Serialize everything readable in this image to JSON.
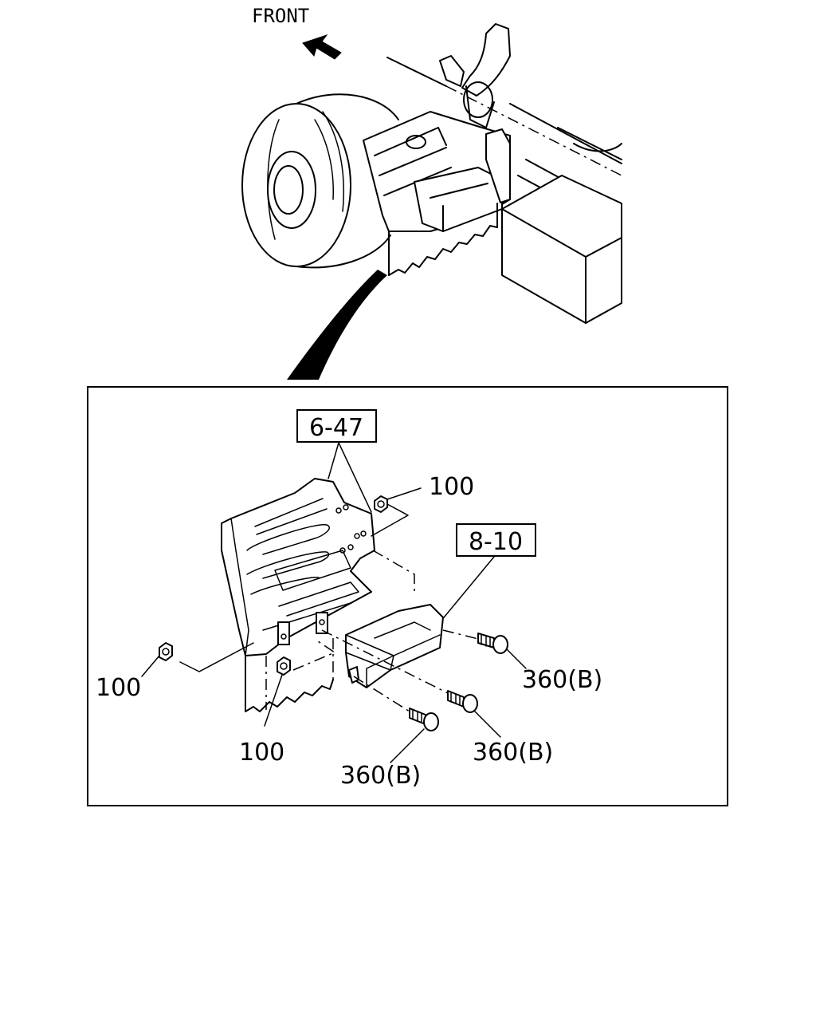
{
  "direction_label": "FRONT",
  "callouts": {
    "bracket_ref": "6-47",
    "module_ref": "8-10",
    "nut_top": "100",
    "nut_left": "100",
    "nut_bottom": "100",
    "bolt_right": "360(B)",
    "bolt_mid": "360(B)",
    "bolt_bottom": "360(B)"
  },
  "icons": {
    "front_arrow": "arrow-up-left-icon"
  }
}
